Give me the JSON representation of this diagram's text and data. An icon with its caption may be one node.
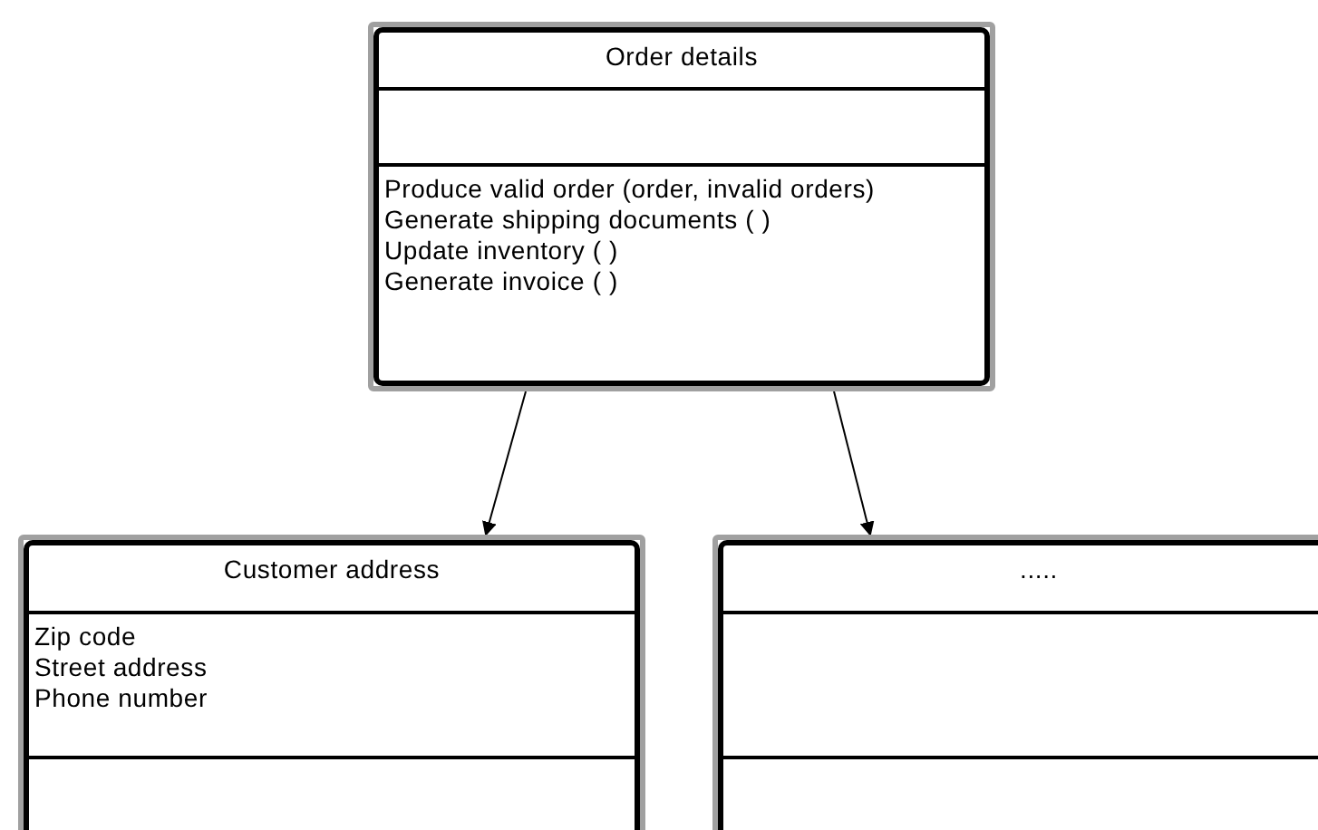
{
  "diagram": {
    "nodes": [
      {
        "text": [
          "Order details",
          "Produce valid order (order, invalid orders)",
          "Generate shipping documents ( )",
          "Update inventory ( )",
          "Generate invoice ( )"
        ]
      },
      {
        "text": [
          "Customer address",
          "Zip code",
          "Street address",
          "Phone number"
        ]
      },
      {
        "text": [
          "....."
        ]
      }
    ],
    "edges": [
      {
        "from": 0,
        "to": 1,
        "arrow": "to"
      },
      {
        "from": 0,
        "to": 2,
        "arrow": "to"
      }
    ]
  }
}
